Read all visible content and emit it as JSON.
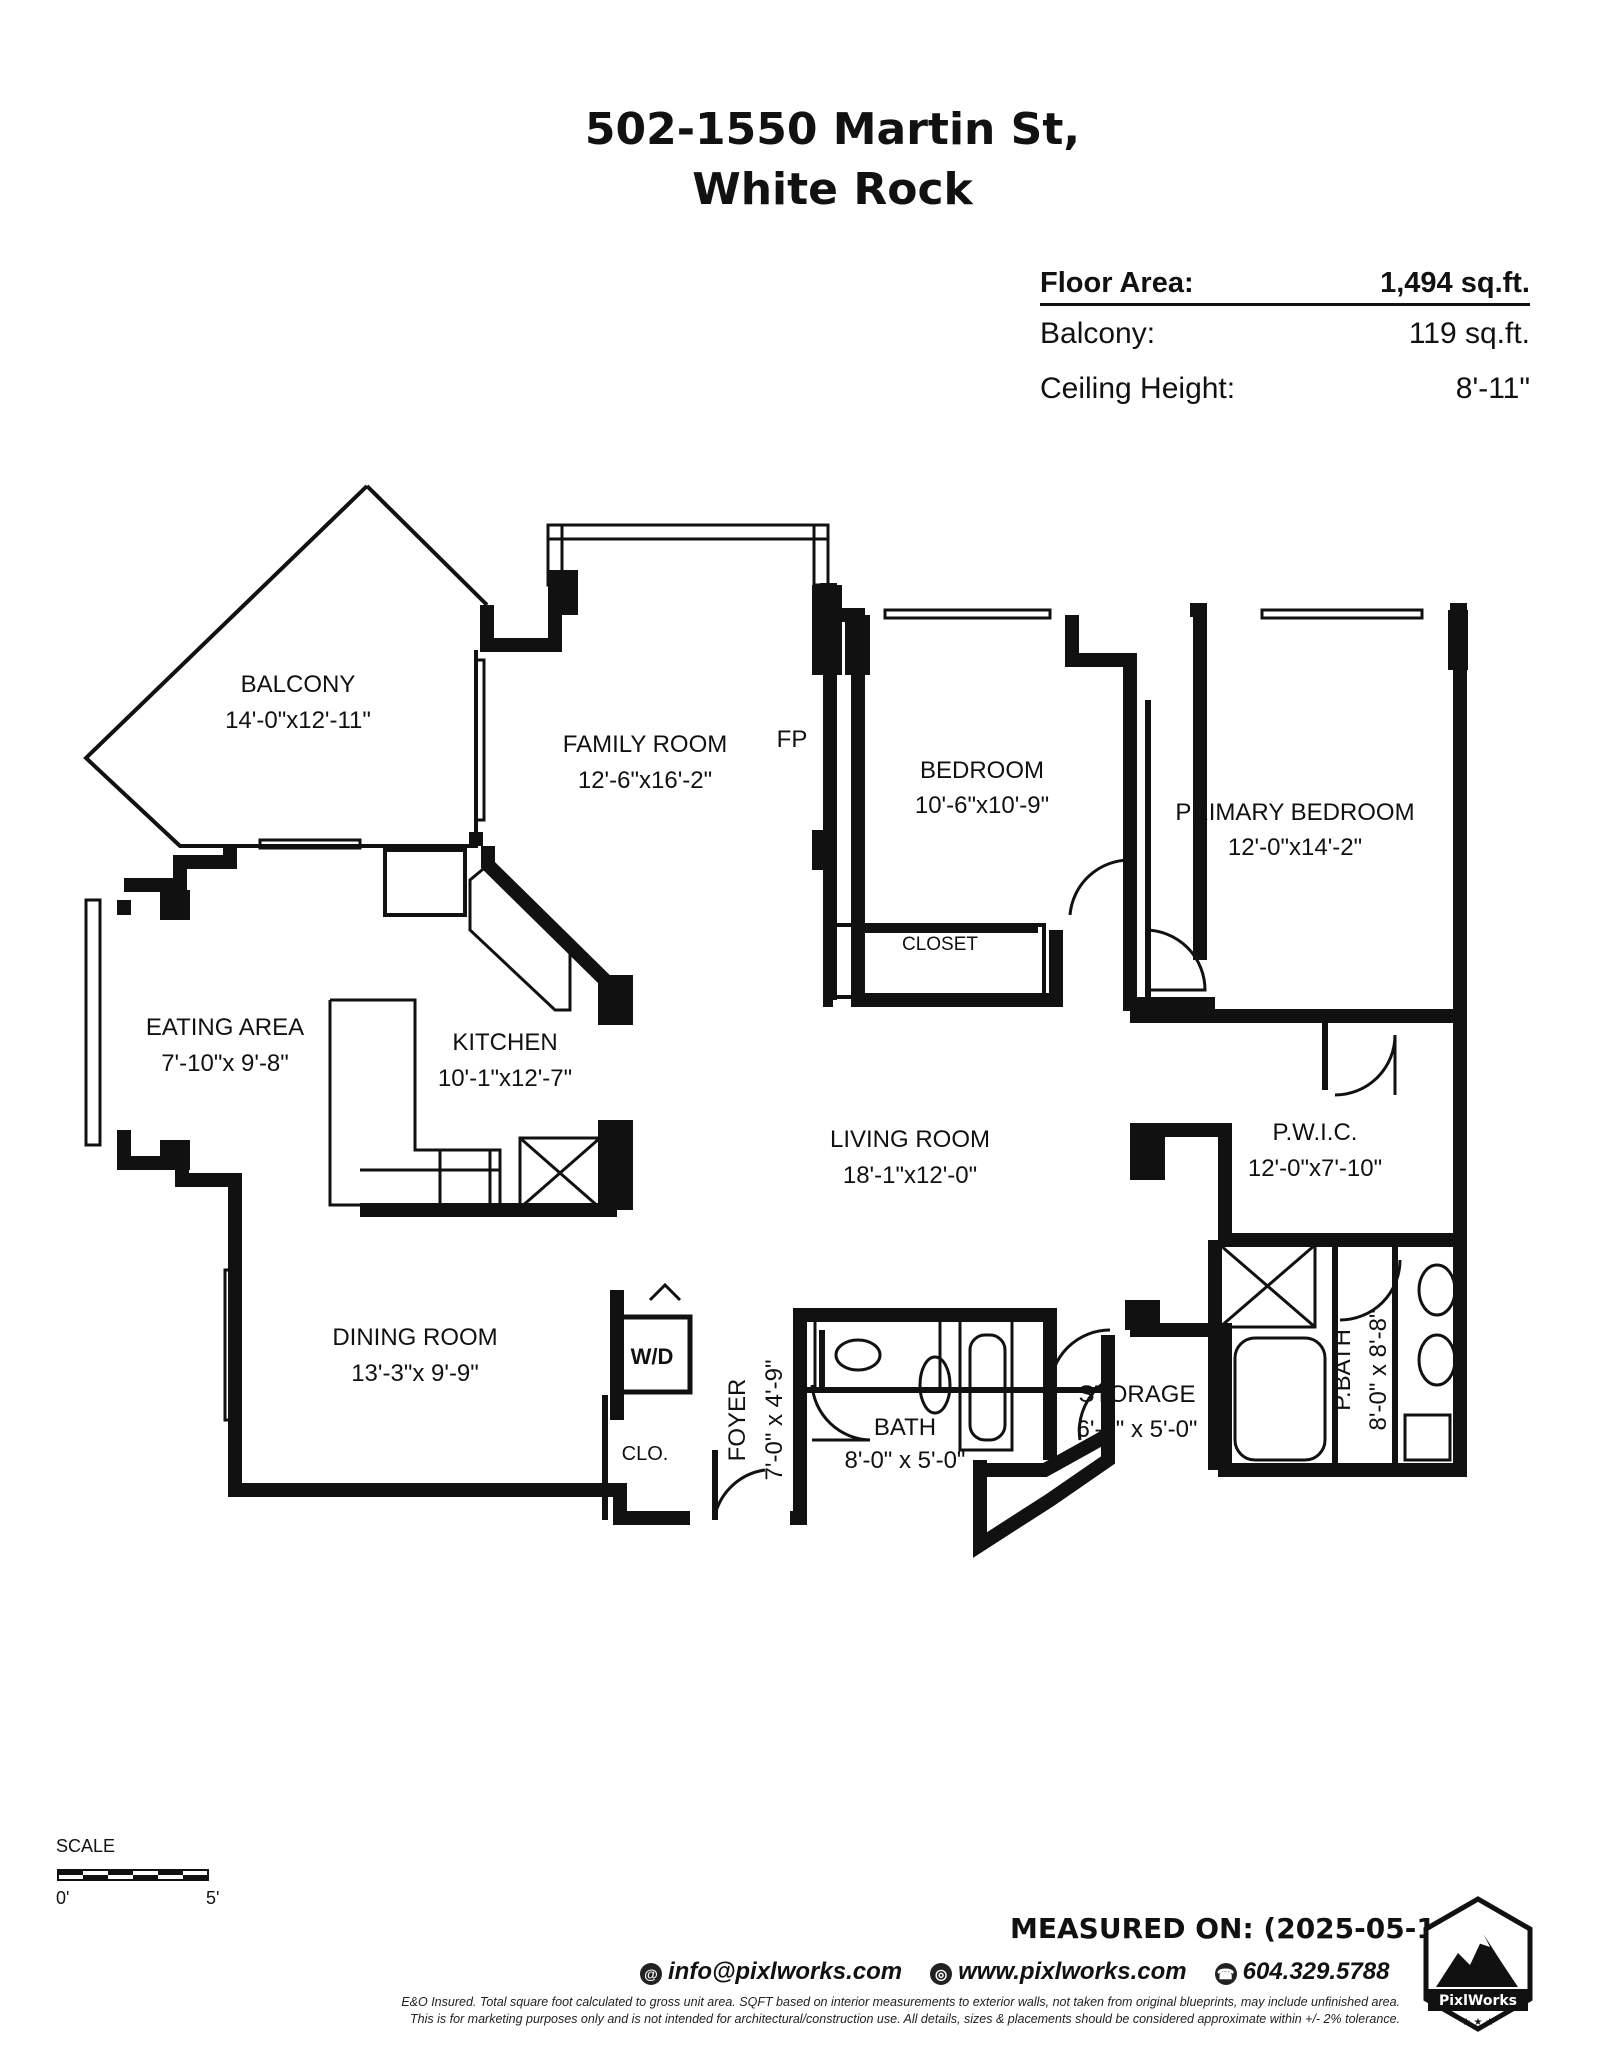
{
  "title": {
    "line1": "502-1550 Martin St,",
    "line2": "White Rock"
  },
  "areas": [
    {
      "label": "Floor Area:",
      "value": "1,494 sq.ft."
    },
    {
      "label": "Balcony:",
      "value": "119 sq.ft."
    },
    {
      "label": "Ceiling Height:",
      "value": "8'-11\""
    }
  ],
  "rooms": {
    "balcony": {
      "name": "BALCONY",
      "dims": "14'-0\"x12'-11\""
    },
    "family_room": {
      "name": "FAMILY ROOM",
      "dims": "12'-6\"x16'-2\""
    },
    "fp": "FP",
    "bedroom": {
      "name": "BEDROOM",
      "dims": "10'-6\"x10'-9\""
    },
    "closet": "CLOSET",
    "primary_bedroom": {
      "name": "PRIMARY BEDROOM",
      "dims": "12'-0\"x14'-2\""
    },
    "eating_area": {
      "name": "EATING AREA",
      "dims": "7'-10\"x 9'-8\""
    },
    "kitchen": {
      "name": "KITCHEN",
      "dims": "10'-1\"x12'-7\""
    },
    "living_room": {
      "name": "LIVING ROOM",
      "dims": "18'-1\"x12'-0\""
    },
    "pwic": {
      "name": "P.W.I.C.",
      "dims": "12'-0\"x7'-10\""
    },
    "dining_room": {
      "name": "DINING ROOM",
      "dims": "13'-3\"x 9'-9\""
    },
    "wd": "W/D",
    "clo": "CLO.",
    "foyer": {
      "name": "FOYER",
      "dims": "7'-0\" x 4'-9\""
    },
    "bath": {
      "name": "BATH",
      "dims": "8'-0\" x 5'-0\""
    },
    "storage": {
      "name": "STORAGE",
      "dims": "6'-2\" x 5'-0\""
    },
    "pbath": {
      "name": "P.BATH",
      "dims": "8'-0\" x 8'-8\""
    }
  },
  "scale": {
    "label": "SCALE",
    "start": "0'",
    "end": "5'"
  },
  "footer": {
    "measured": "MEASURED ON: (2025-05-19)",
    "email": "info@pixlworks.com",
    "website": "www.pixlworks.com",
    "phone": "604.329.5788",
    "disclaimer1": "E&O Insured.  Total square foot calculated to gross unit area. SQFT based on interior measurements to exterior walls, not taken from original blueprints, may include unfinished area.",
    "disclaimer2": "This is for marketing purposes only and is not intended for architectural/construction use.  All details, sizes & placements should be considered approximate within +/- 2%  tolerance.",
    "logo_text": "PixlWorks"
  }
}
